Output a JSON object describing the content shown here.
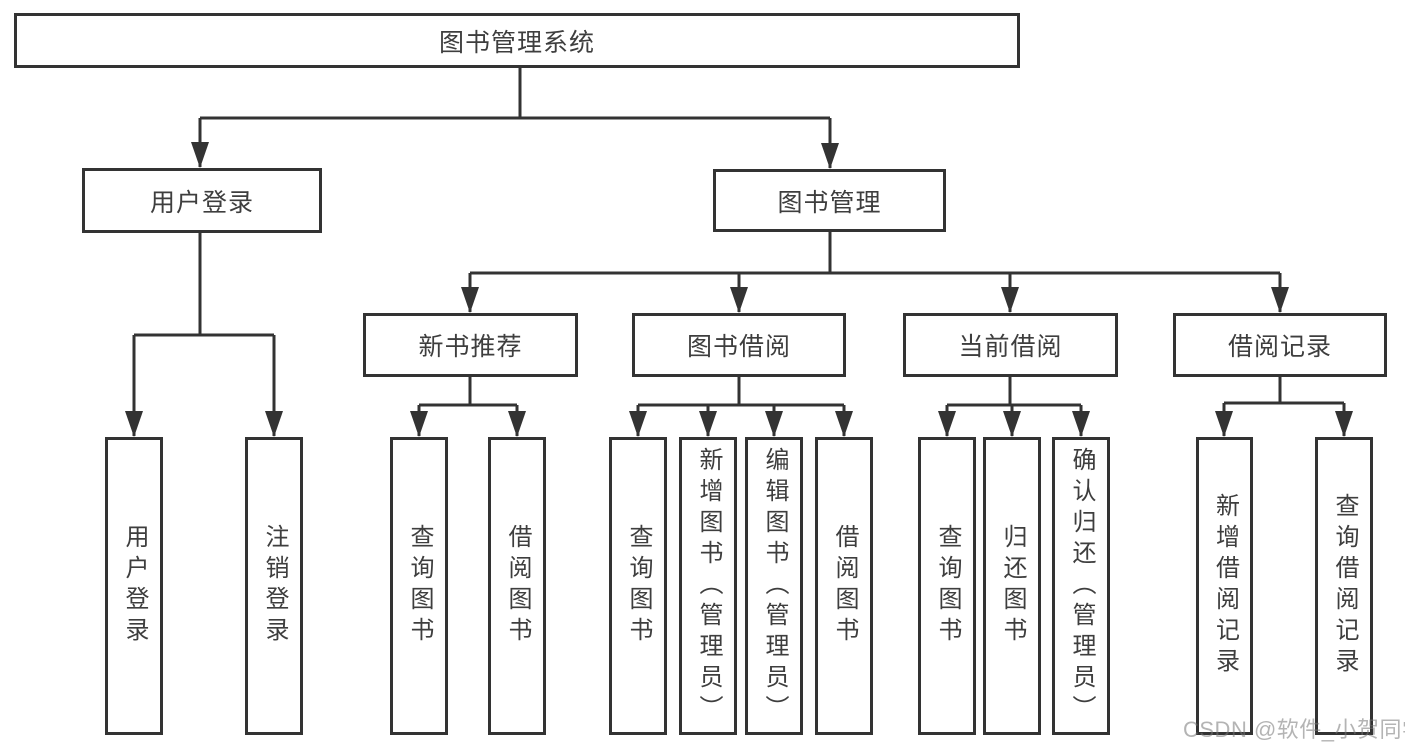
{
  "tree": {
    "label": "图书管理系统",
    "children": [
      {
        "label": "用户登录",
        "children": [
          {
            "label": "用户登录"
          },
          {
            "label": "注销登录"
          }
        ]
      },
      {
        "label": "图书管理",
        "children": [
          {
            "label": "新书推荐",
            "children": [
              {
                "label": "查询图书"
              },
              {
                "label": "借阅图书"
              }
            ]
          },
          {
            "label": "图书借阅",
            "children": [
              {
                "label": "查询图书"
              },
              {
                "label": "新增图书（管理员）"
              },
              {
                "label": "编辑图书（管理员）"
              },
              {
                "label": "借阅图书"
              }
            ]
          },
          {
            "label": "当前借阅",
            "children": [
              {
                "label": "查询图书"
              },
              {
                "label": "归还图书"
              },
              {
                "label": "确认归还（管理员）"
              }
            ]
          },
          {
            "label": "借阅记录",
            "children": [
              {
                "label": "新增借阅记录"
              },
              {
                "label": "查询借阅记录"
              }
            ]
          }
        ]
      }
    ]
  },
  "watermark": "CSDN @软件_小贺同学",
  "colors": {
    "line": "#333333",
    "text": "#3e3e3e",
    "background": "#ffffff",
    "watermark": "#c3c3c3"
  }
}
